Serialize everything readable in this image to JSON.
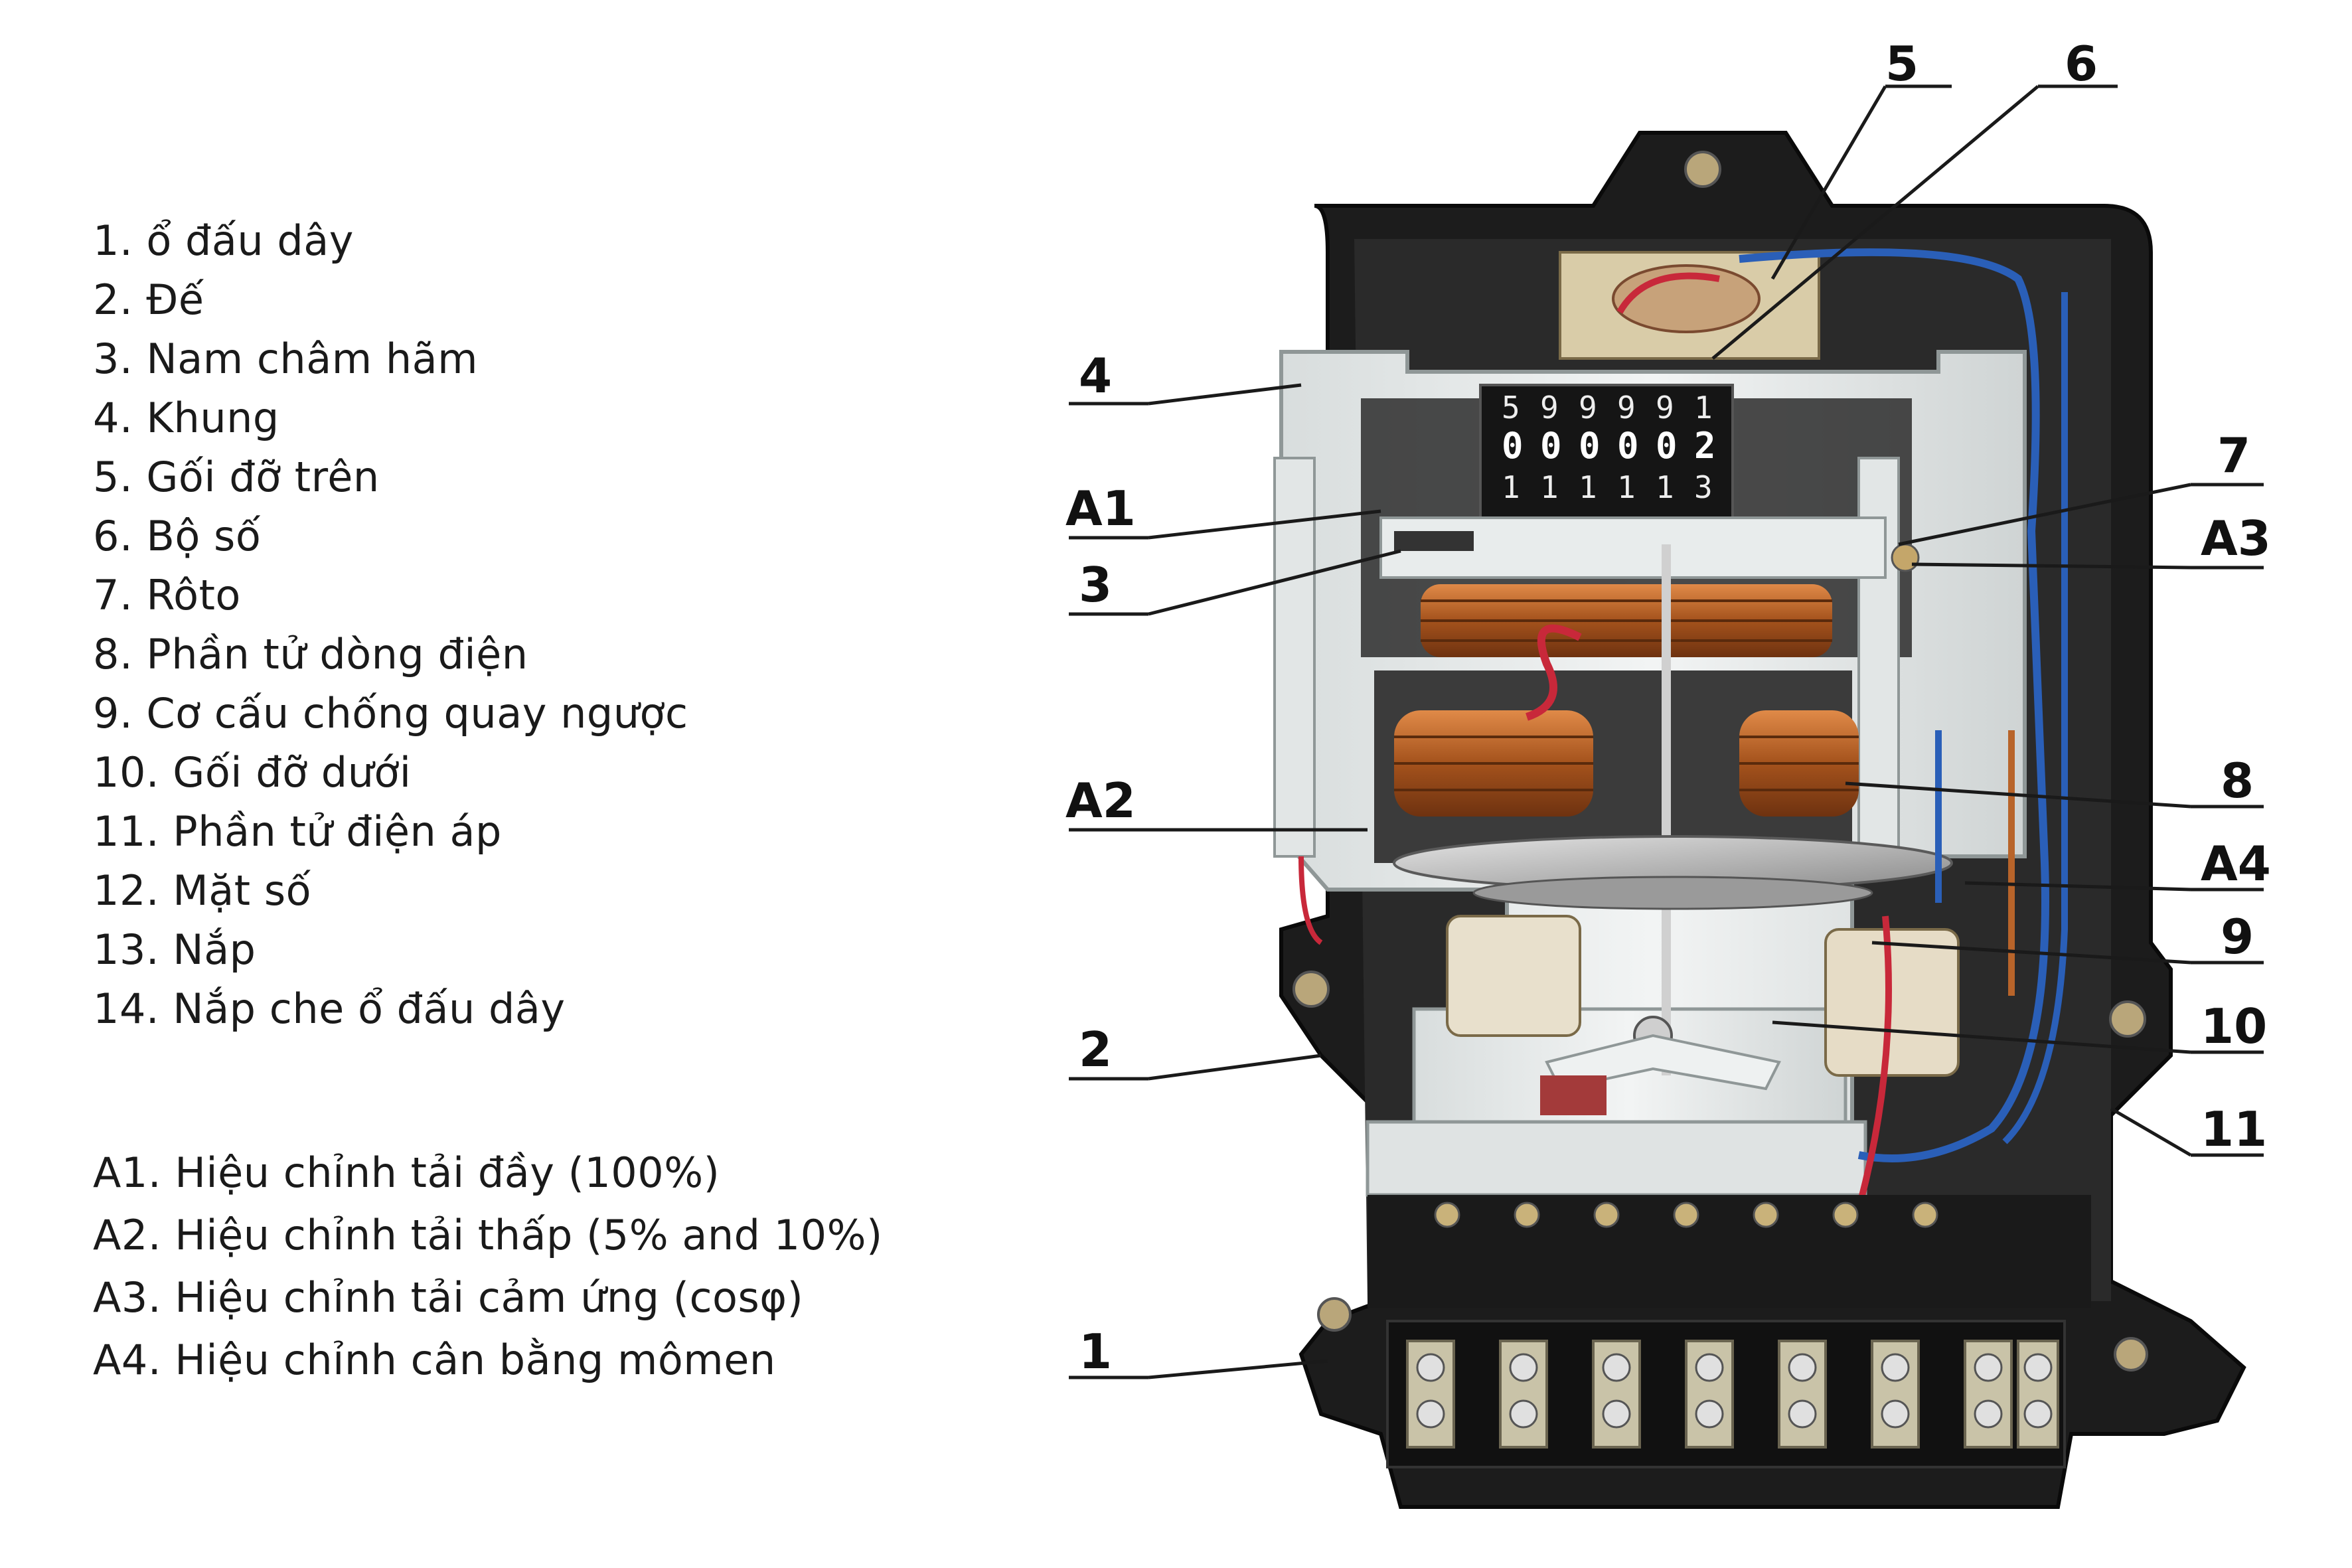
{
  "legend_parts": [
    "1. ổ đấu dây",
    "2. Đế",
    "3. Nam châm hãm",
    "4. Khung",
    "5. Gối đỡ trên",
    "6. Bộ số",
    "7. Rôto",
    "8. Phần tử dòng điện",
    "9. Cơ cấu chống quay ngược",
    "10. Gối đỡ dưới",
    "11. Phần tử điện áp",
    "12. Mặt số",
    "13. Nắp",
    "14. Nắp che ổ đấu dây"
  ],
  "legend_adjust": [
    "A1. Hiệu chỉnh tải đầy (100%)",
    "A2. Hiệu chỉnh tải thấp (5% and 10%)",
    "A3. Hiệu chỉnh tải cảm ứng (cosφ)",
    "A4. Hiệu chỉnh cân bằng mômen"
  ],
  "callouts": {
    "c1": "1",
    "c2": "2",
    "c3": "3",
    "c4": "4",
    "c5": "5",
    "c6": "6",
    "c7": "7",
    "c8": "8",
    "c9": "9",
    "c10": "10",
    "c11": "11",
    "a1": "A1",
    "a2": "A2",
    "a3": "A3",
    "a4": "A4"
  },
  "counter_digits": {
    "row1": [
      "5",
      "9",
      "9",
      "9",
      "9",
      "1"
    ],
    "row2": [
      "0",
      "0",
      "0",
      "0",
      "0",
      "2"
    ],
    "row3": [
      "1",
      "1",
      "1",
      "1",
      "1",
      "3"
    ]
  },
  "colors": {
    "housing": "#1c1c1c",
    "frame": "#e8ecec",
    "copper": "#b8642a",
    "wire_blue": "#2a5fb8",
    "wire_red": "#c8283a"
  }
}
